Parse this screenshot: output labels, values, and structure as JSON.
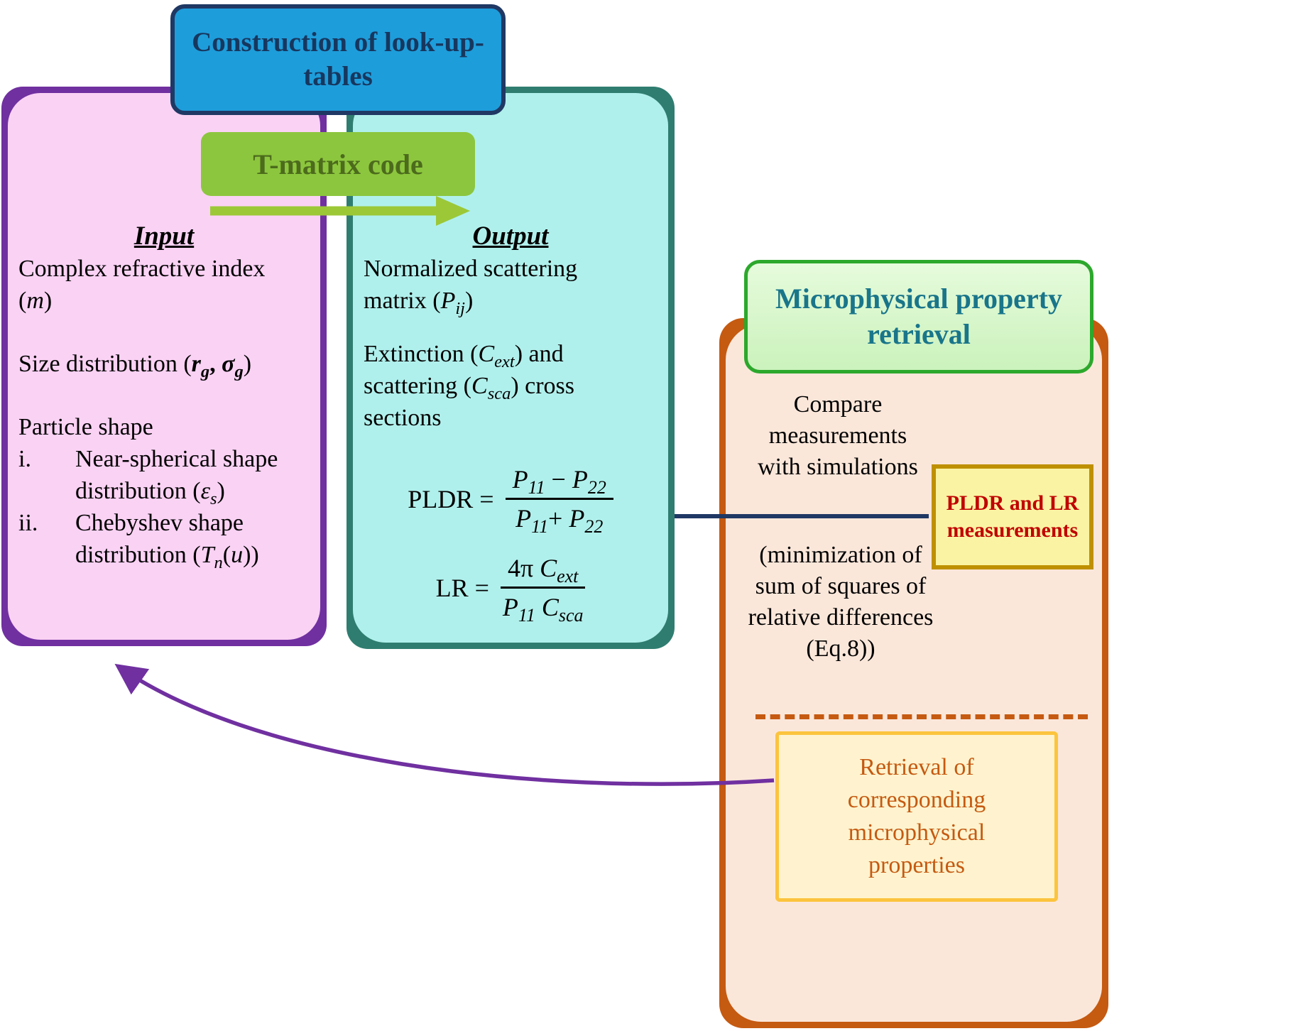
{
  "lut_title": {
    "label": "Construction of look-up-\ntables"
  },
  "tmatrix": {
    "label": "T-matrix code"
  },
  "input_box": {
    "heading": "Input",
    "refractive_index": [
      {
        "t": "Complex refractive index"
      },
      {
        "br": true
      },
      {
        "t": "("
      },
      {
        "t": "m",
        "i": true
      },
      {
        "t": ")"
      }
    ],
    "size_distribution": [
      {
        "t": "Size distribution ("
      },
      {
        "t": "r",
        "i": true,
        "b": true
      },
      {
        "sub": "g",
        "i": true,
        "b": true
      },
      {
        "t": ", ",
        "b": true
      },
      {
        "t": "σ",
        "i": true,
        "b": true
      },
      {
        "sub": "g",
        "i": true,
        "b": true
      },
      {
        "t": ")"
      }
    ],
    "particle_shape": "Particle shape",
    "shape_items": [
      {
        "num": "i.",
        "text": [
          {
            "t": "Near-spherical shape"
          },
          {
            "br": true
          },
          {
            "t": "distribution ("
          },
          {
            "t": "ε",
            "i": true
          },
          {
            "sub": "s",
            "i": true
          },
          {
            "t": ")"
          }
        ]
      },
      {
        "num": "ii.",
        "text": [
          {
            "t": "Chebyshev shape"
          },
          {
            "br": true
          },
          {
            "t": "distribution ("
          },
          {
            "t": "T",
            "i": true
          },
          {
            "sub": "n",
            "i": true
          },
          {
            "t": "("
          },
          {
            "t": "u",
            "i": true
          },
          {
            "t": "))"
          }
        ]
      }
    ]
  },
  "output_box": {
    "heading": "Output",
    "scattering_matrix": [
      {
        "t": "Normalized scattering"
      },
      {
        "br": true
      },
      {
        "t": "matrix ("
      },
      {
        "t": "P",
        "i": true
      },
      {
        "sub": "ij",
        "i": true
      },
      {
        "t": ")"
      }
    ],
    "cross_sections": [
      {
        "t": "Extinction ("
      },
      {
        "t": "C",
        "i": true
      },
      {
        "sub": "ext",
        "i": true
      },
      {
        "t": ") and"
      },
      {
        "br": true
      },
      {
        "t": "scattering ("
      },
      {
        "t": "C",
        "i": true
      },
      {
        "sub": "sca",
        "i": true
      },
      {
        "t": ") cross"
      },
      {
        "br": true
      },
      {
        "t": "sections"
      }
    ],
    "eq_pldr": {
      "lhs": "PLDR =",
      "num": [
        {
          "t": "P",
          "i": true
        },
        {
          "sub": "11",
          "i": true
        },
        {
          "t": " − "
        },
        {
          "t": "P",
          "i": true
        },
        {
          "sub": "22",
          "i": true
        }
      ],
      "den": [
        {
          "t": "P",
          "i": true
        },
        {
          "sub": "11",
          "i": true
        },
        {
          "t": "+ "
        },
        {
          "t": "P",
          "i": true
        },
        {
          "sub": "22",
          "i": true
        }
      ]
    },
    "eq_lr": {
      "lhs": "LR =",
      "num": [
        {
          "t": "4π "
        },
        {
          "t": "C",
          "i": true
        },
        {
          "sub": "ext",
          "i": true
        }
      ],
      "den": [
        {
          "t": "P",
          "i": true
        },
        {
          "sub": "11",
          "i": true
        },
        {
          "t": " "
        },
        {
          "t": "C",
          "i": true
        },
        {
          "sub": "sca",
          "i": true
        }
      ]
    }
  },
  "retrieval_panel": {
    "heading": "Microphysical property\nretrieval",
    "compare": "Compare\nmeasurements\nwith simulations",
    "minimization": "(minimization of\nsum of squares of\nrelative differences\n(Eq.8))",
    "measurements_box": "PLDR and LR\nmeasurements",
    "result_box": "Retrieval of\ncorresponding\nmicrophysical\nproperties"
  },
  "colors": {
    "lut_title_fill": "#1E9DDB",
    "lut_title_border": "#1F3864",
    "input_fill": "#FAD2F4",
    "input_border": "#7030A0",
    "output_fill": "#B0F0EC",
    "output_border": "#2F7D70",
    "tmatrix_fill": "#8CC63E",
    "tmatrix_text": "#4C6B1C",
    "tmatrix_arrow": "#9CC837",
    "retrieval_panel_fill": "#FBE7DA",
    "retrieval_panel_border": "#C55A11",
    "retrieval_header_fill": "#D9F8CC",
    "retrieval_header_border": "#2CA82C",
    "retrieval_header_text": "#19758A",
    "measurements_fill": "#FAF3A3",
    "measurements_border": "#BF9000",
    "measurements_text": "#C00000",
    "result_fill": "#FEF3CE",
    "result_border": "#FCC43E",
    "result_text": "#C55A11",
    "feedback_arrow": "#7030A0",
    "connector_line": "#1F3864",
    "dashed_separator": "#C55A11"
  }
}
